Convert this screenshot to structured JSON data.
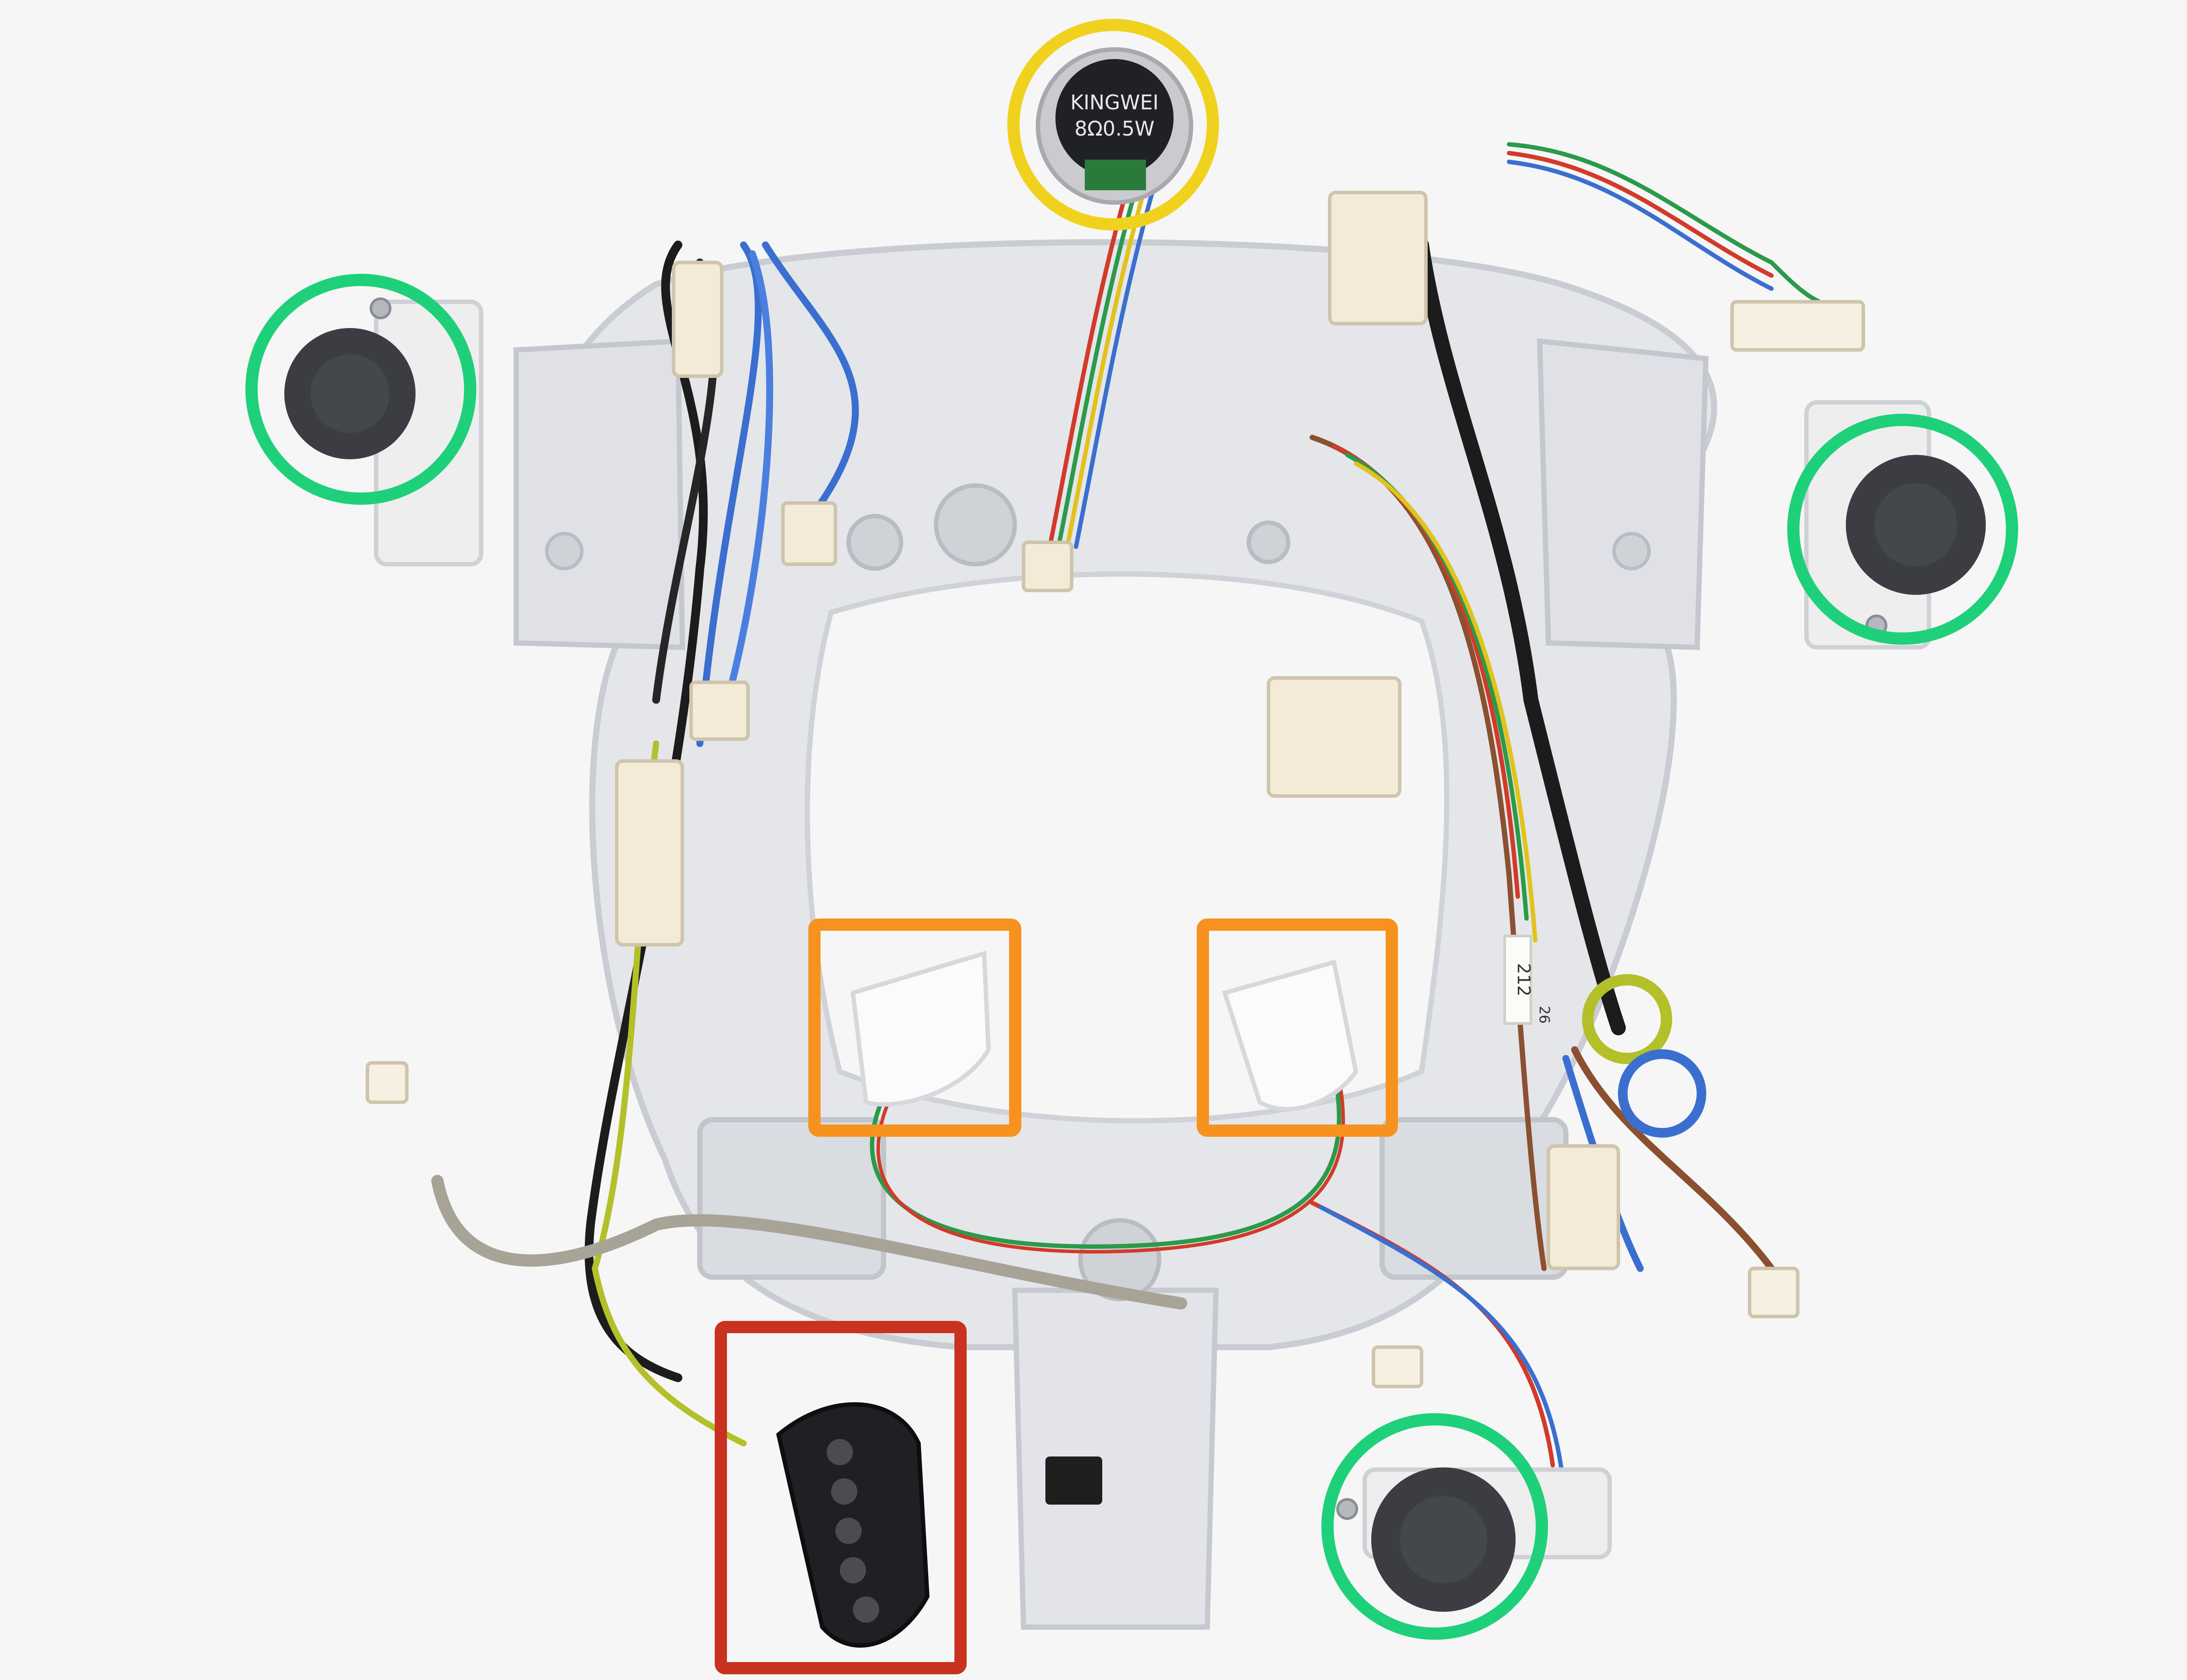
{
  "speaker": {
    "brand": "KINGWEI",
    "rating": "8Ω0.5W"
  },
  "harness_labels": {
    "main_label": "212",
    "side_label": "26"
  },
  "colors": {
    "background": "#f6f6f6",
    "chassis": "#e4e6ea",
    "chassis_shadow": "#c9ccd2",
    "speaker_highlight": "#f0d21e",
    "motor_highlight": "#1fd07a",
    "clip_highlight": "#f7921e",
    "connector_highlight": "#c8321e",
    "wire_blue": "#3a6fd0",
    "wire_black": "#1c1c1c",
    "wire_red": "#d23a2a",
    "wire_green": "#2b9a4a",
    "wire_brown": "#8a5030",
    "wire_yellow": "#e2c21c",
    "connector_cream": "#f3ead8",
    "motor_body": "#3b3d42"
  }
}
